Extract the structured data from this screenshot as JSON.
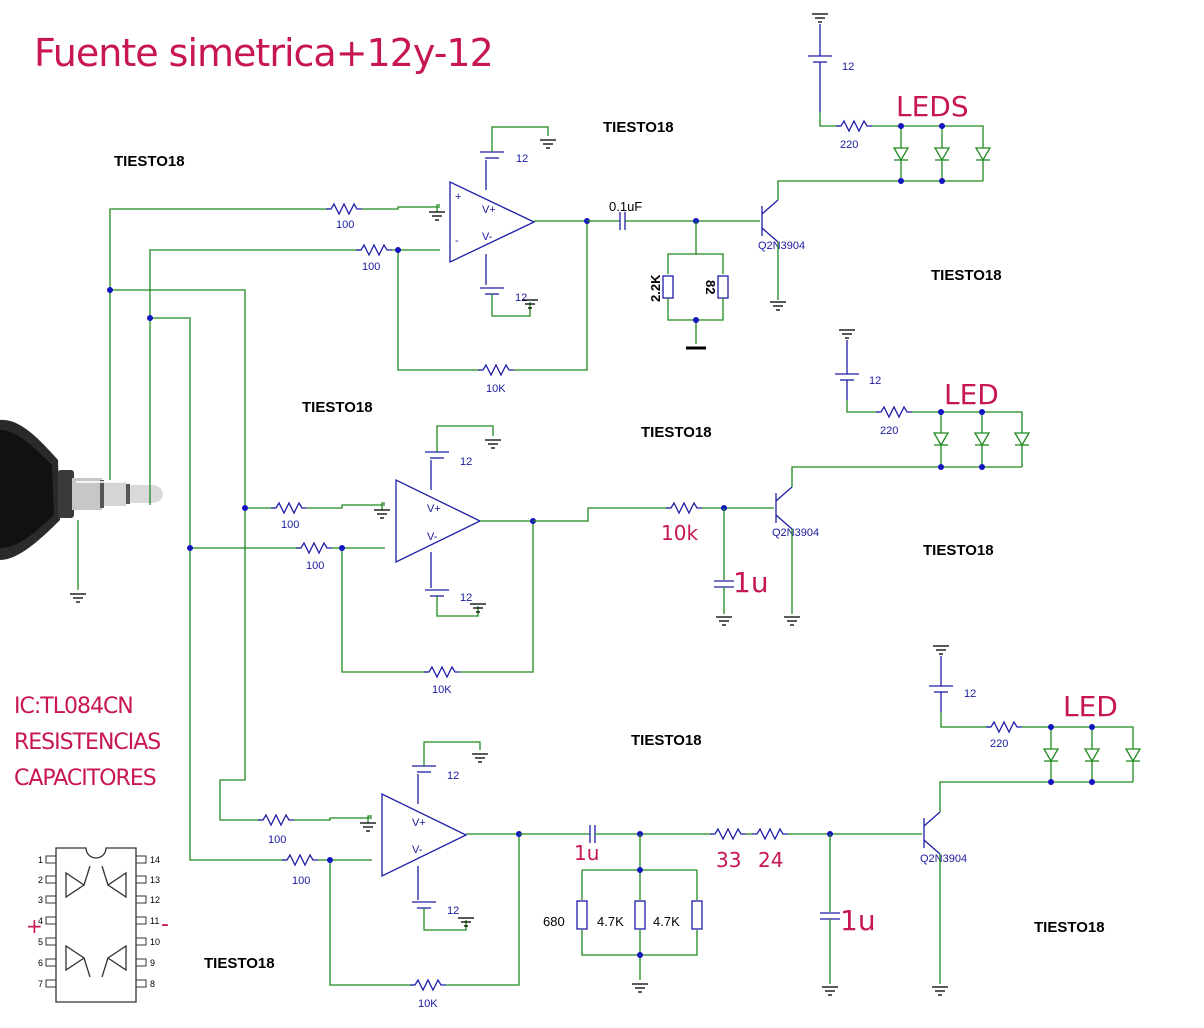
{
  "title": "Fuente simetrica+12y-12",
  "watermarks": [
    "TIESTO18",
    "TIESTO18",
    "TIESTO18",
    "TIESTO18",
    "TIESTO18",
    "TIESTO18",
    "TIESTO18",
    "TIESTO18",
    "TIESTO18"
  ],
  "info": {
    "line1": "IC:TL084CN",
    "line2": "RESISTENCIAS",
    "line3": "CAPACITORES"
  },
  "ic": {
    "plus": "+",
    "minus": "-",
    "left_pins": [
      "1",
      "2",
      "3",
      "4",
      "5",
      "6",
      "7"
    ],
    "right_pins": [
      "14",
      "13",
      "12",
      "11",
      "10",
      "9",
      "8"
    ]
  },
  "stage1": {
    "r_in_a": "100",
    "r_in_b": "100",
    "r_fb": "10K",
    "supply_top": "12",
    "supply_bot": "12",
    "vplus": "V+",
    "vminus": "V-",
    "cap": "0.1uF",
    "r_load_a": "2.2K",
    "r_load_b": "82",
    "transistor": "Q2N3904",
    "led_supply": "12",
    "led_r": "220",
    "led_label": "LEDS"
  },
  "stage2": {
    "r_in_a": "100",
    "r_in_b": "100",
    "r_fb": "10K",
    "supply_top": "12",
    "supply_bot": "12",
    "vplus": "V+",
    "vminus": "V-",
    "r_series": "10k",
    "cap": "1u",
    "transistor": "Q2N3904",
    "led_supply": "12",
    "led_r": "220",
    "led_label": "LED"
  },
  "stage3": {
    "r_in_a": "100",
    "r_in_b": "100",
    "r_fb": "10K",
    "supply_top": "12",
    "supply_bot": "12",
    "vplus": "V+",
    "vminus": "V-",
    "cap_in": "1u",
    "r_par": [
      "680",
      "4.7K",
      "4.7K"
    ],
    "r_s1": "33",
    "r_s2": "24",
    "cap_shunt": "1u",
    "transistor": "Q2N3904",
    "led_supply": "12",
    "led_r": "220",
    "led_label": "LED"
  },
  "colors": {
    "wire": "#1e8a1e",
    "component": "#1e1ea8",
    "accent": "#c8164e",
    "node": "#1414c0"
  }
}
